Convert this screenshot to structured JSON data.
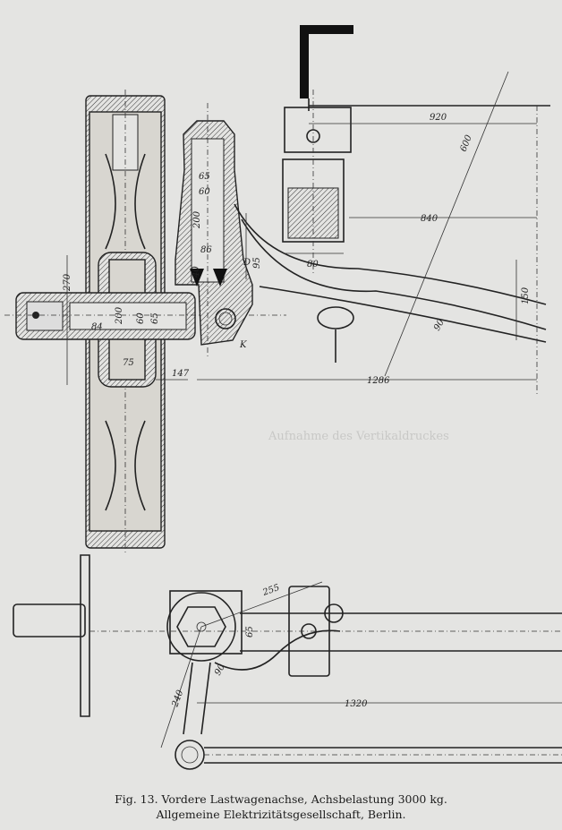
{
  "figure": {
    "caption_line1": "Fig. 13. Vordere Lastwagenachse, Achsbelastung 3000 kg.",
    "caption_line2": "Allgemeine Elektrizitätsgesellschaft, Berlin."
  },
  "dimensions": {
    "d920": "920",
    "d600": "600",
    "d840": "840",
    "d150": "150",
    "d80": "80",
    "d95": "95",
    "d65a": "65",
    "d60a": "60",
    "d200a": "200",
    "d86": "86",
    "d40": "40",
    "d270": "270",
    "d84": "84",
    "d200b": "200",
    "d60b": "60",
    "d65b": "65",
    "d75": "75",
    "d147": "147",
    "d1286": "1286",
    "d90": "90",
    "d255": "255",
    "d65c": "65",
    "d90b": "90",
    "d240": "240",
    "d1320": "1320"
  },
  "labels": {
    "k": "K",
    "d": "D"
  }
}
